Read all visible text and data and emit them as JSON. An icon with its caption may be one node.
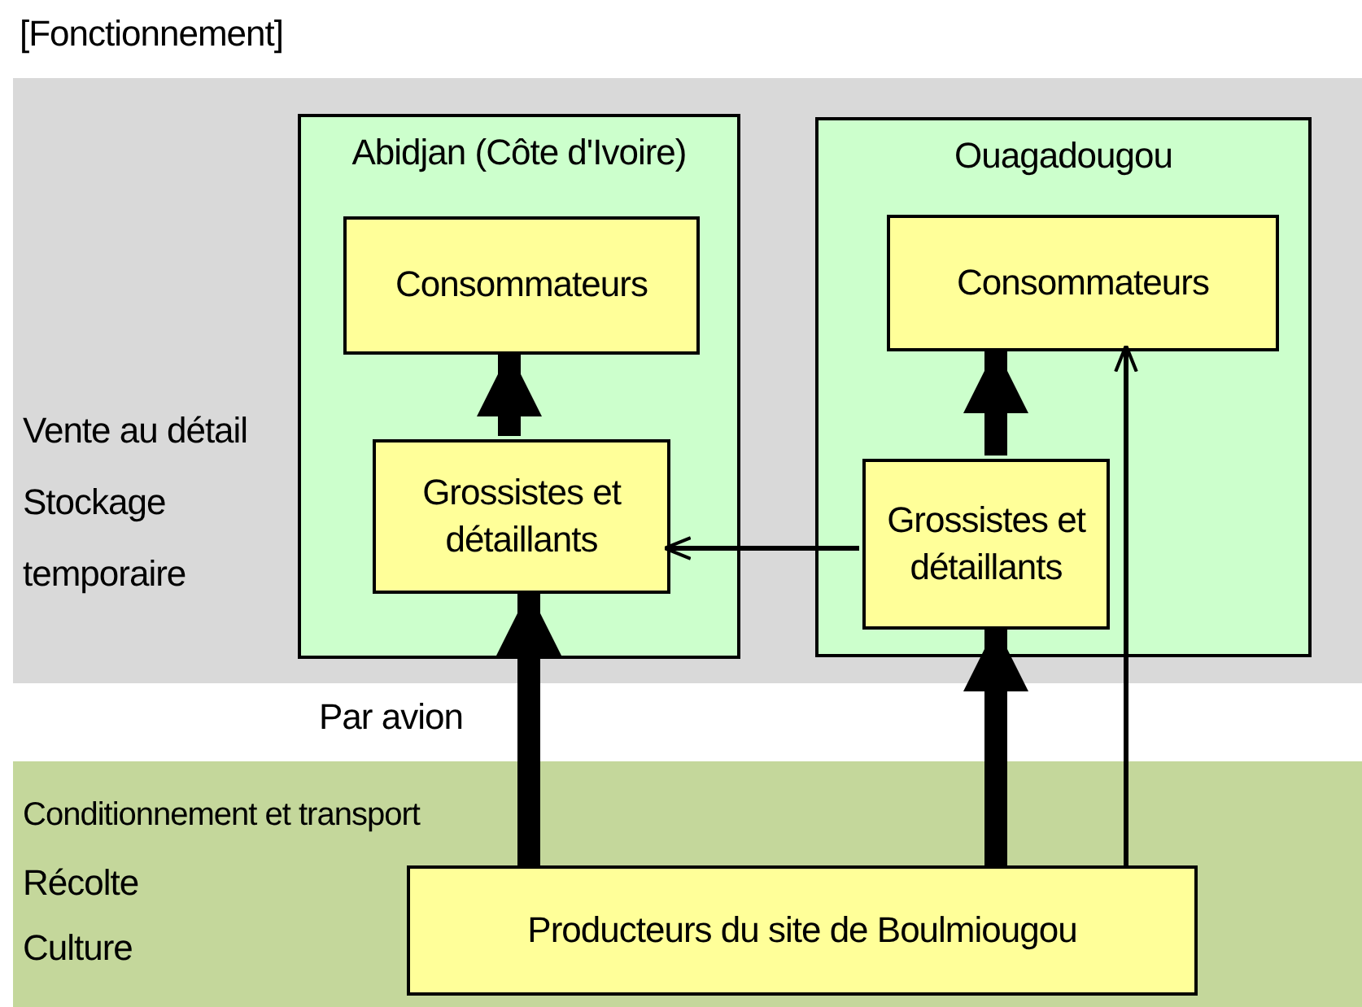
{
  "diagram": {
    "title": "[Fonctionnement]",
    "nodes": [
      {
        "text": [
          "Abidjan (Côte d'Ivoire)"
        ]
      },
      {
        "text": [
          "Consommateurs"
        ],
        "in": 0
      },
      {
        "text": [
          "Grossistes et détaillants"
        ],
        "in": 0
      },
      {
        "text": [
          "Ouagadougou"
        ]
      },
      {
        "text": [
          "Consommateurs"
        ],
        "in": 3
      },
      {
        "text": [
          "Grossistes et détaillants"
        ],
        "in": 3
      },
      {
        "text": [
          "Producteurs du site de Boulmiougou"
        ]
      }
    ],
    "edges": [
      {
        "from": 2,
        "to": 1,
        "arrow": "to"
      },
      {
        "from": 5,
        "to": 4,
        "arrow": "to"
      },
      {
        "from": 5,
        "to": 2,
        "arrow": "to"
      },
      {
        "from": 6,
        "to": 2,
        "arrow": "to",
        "label": "Par avion"
      },
      {
        "from": 6,
        "to": 5,
        "arrow": "to"
      },
      {
        "from": 6,
        "to": 4,
        "arrow": "to"
      }
    ],
    "labels": [
      "Vente au détail",
      "Stockage",
      "temporaire",
      "Conditionnement et transport",
      "Récolte",
      "Culture"
    ]
  }
}
